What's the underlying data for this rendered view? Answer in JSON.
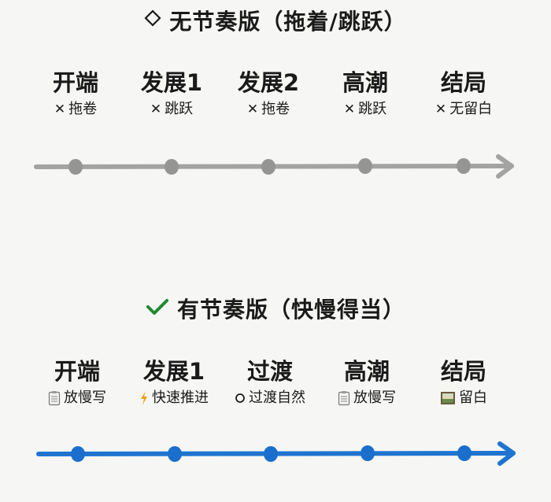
{
  "top_section": {
    "title_icon": "diamond-outline-icon",
    "title_icon_glyph": "◇",
    "title": "无节奏版（拖着/跳跃）",
    "line_color": "#a3a3a1",
    "stages": [
      {
        "name": "开端",
        "note_icon": "cross-icon",
        "note_icon_glyph": "✕",
        "note": "拖卷"
      },
      {
        "name": "发展1",
        "note_icon": "cross-icon",
        "note_icon_glyph": "✕",
        "note": "跳跃"
      },
      {
        "name": "发展2",
        "note_icon": "cross-icon",
        "note_icon_glyph": "✕",
        "note": "拖卷"
      },
      {
        "name": "高潮",
        "note_icon": "cross-icon",
        "note_icon_glyph": "✕",
        "note": "跳跃"
      },
      {
        "name": "结局",
        "note_icon": "cross-icon",
        "note_icon_glyph": "✕",
        "note": "无留白"
      }
    ]
  },
  "bottom_section": {
    "title_icon": "checkmark-icon",
    "title_icon_glyph": "✔",
    "title_icon_color": "#1f8a2e",
    "title": "有节奏版（快慢得当）",
    "line_color": "#1f74d0",
    "stages": [
      {
        "name": "开端",
        "note_icon": "notepad-icon",
        "note_icon_glyph": "📄",
        "note": "放慢写"
      },
      {
        "name": "发展1",
        "note_icon": "lightning-icon",
        "note_icon_glyph": "⚡",
        "note": "快速推进"
      },
      {
        "name": "过渡",
        "note_icon": "circle-outline-icon",
        "note_icon_glyph": "○",
        "note": "过渡自然"
      },
      {
        "name": "高潮",
        "note_icon": "notepad-icon",
        "note_icon_glyph": "📄",
        "note": "放慢写"
      },
      {
        "name": "结局",
        "note_icon": "framed-picture-icon",
        "note_icon_glyph": "🖼",
        "note": "留白"
      }
    ]
  }
}
